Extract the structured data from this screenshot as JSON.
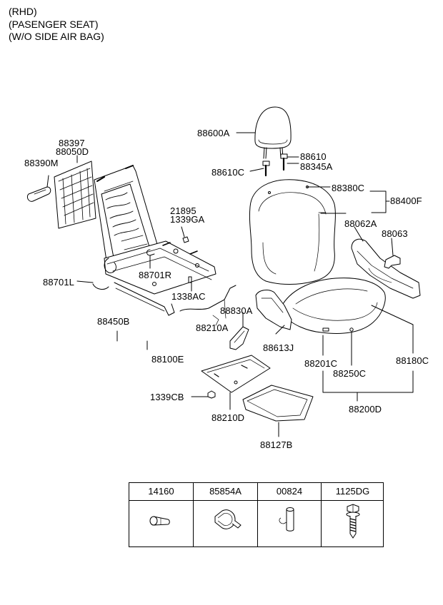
{
  "header": {
    "line1": "(RHD)",
    "line2": "(PASENGER SEAT)",
    "line3": "(W/O SIDE AIR BAG)"
  },
  "labels": {
    "l_88600A": "88600A",
    "l_88610": "88610",
    "l_88345A": "88345A",
    "l_88610C": "88610C",
    "l_88380C": "88380C",
    "l_88400F": "88400F",
    "l_88062A": "88062A",
    "l_88063": "88063",
    "l_88397": "88397",
    "l_88050D": "88050D",
    "l_88390M": "88390M",
    "l_21895": "21895",
    "l_1339GA": "1339GA",
    "l_88701R": "88701R",
    "l_88701L": "88701L",
    "l_1338AC": "1338AC",
    "l_88830A": "88830A",
    "l_88450B": "88450B",
    "l_88210A": "88210A",
    "l_88613J": "88613J",
    "l_88100E": "88100E",
    "l_88201C": "88201C",
    "l_88180C": "88180C",
    "l_88250C": "88250C",
    "l_1339CB": "1339CB",
    "l_88200D": "88200D",
    "l_88210D": "88210D",
    "l_88127B": "88127B"
  },
  "parts_table": {
    "columns": [
      {
        "label": "14160",
        "icon": "bolt-icon"
      },
      {
        "label": "85854A",
        "icon": "clip-icon"
      },
      {
        "label": "00824",
        "icon": "pin-icon"
      },
      {
        "label": "1125DG",
        "icon": "screw-icon"
      }
    ]
  }
}
